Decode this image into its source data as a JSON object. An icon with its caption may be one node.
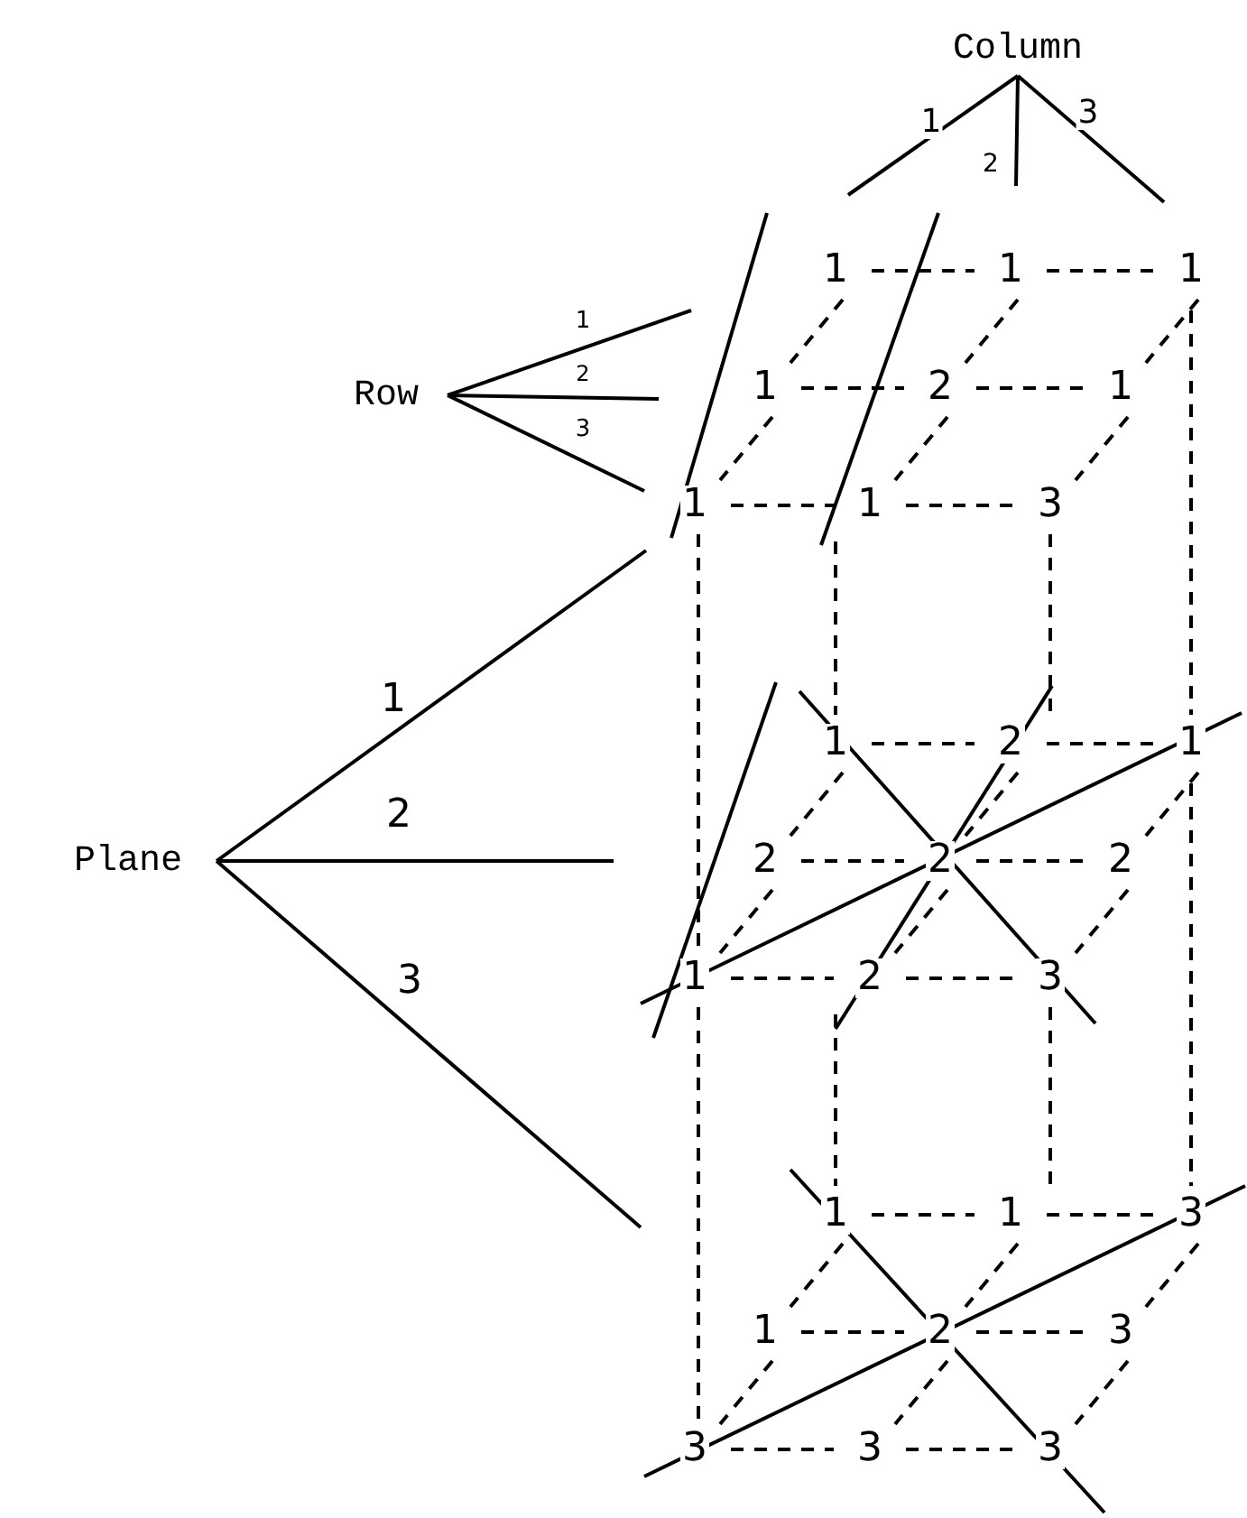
{
  "diagram": {
    "nodes": [
      {
        "text": [
          "Column"
        ]
      },
      {
        "text": [
          "Row"
        ]
      },
      {
        "text": [
          "Plane"
        ]
      }
    ],
    "edges": [
      {
        "from": 0,
        "to": null,
        "arrow": "none",
        "label": "1"
      },
      {
        "from": 0,
        "to": null,
        "arrow": "none",
        "label": "2"
      },
      {
        "from": 0,
        "to": null,
        "arrow": "none",
        "label": "3"
      },
      {
        "from": 1,
        "to": null,
        "arrow": "none",
        "label": "1"
      },
      {
        "from": 1,
        "to": null,
        "arrow": "none",
        "label": "2"
      },
      {
        "from": 1,
        "to": null,
        "arrow": "none",
        "label": "3"
      },
      {
        "from": 2,
        "to": null,
        "arrow": "none",
        "label": "1"
      },
      {
        "from": 2,
        "to": null,
        "arrow": "none",
        "label": "2"
      },
      {
        "from": 2,
        "to": null,
        "arrow": "none",
        "label": "3"
      }
    ],
    "labels": [
      "1",
      "1",
      "1",
      "1",
      "2",
      "1",
      "1",
      "1",
      "3",
      "1",
      "2",
      "1",
      "2",
      "2",
      "2",
      "1",
      "2",
      "3",
      "1",
      "1",
      "3",
      "1",
      "2",
      "3",
      "3",
      "3",
      "3"
    ]
  }
}
